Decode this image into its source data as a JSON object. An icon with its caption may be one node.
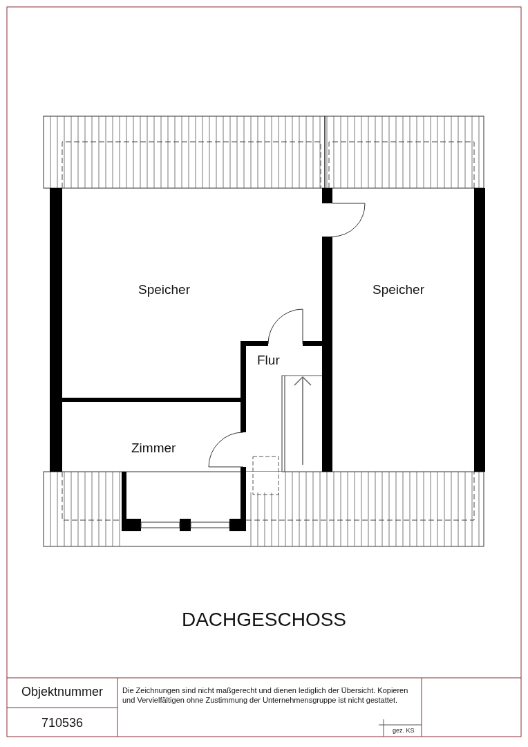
{
  "diagram": {
    "title": "DACHGESCHOSS",
    "nodes": [
      {
        "text": [
          "Speicher"
        ]
      },
      {
        "text": [
          "Speicher"
        ]
      },
      {
        "text": [
          "Flur"
        ]
      },
      {
        "text": [
          "Zimmer"
        ]
      }
    ],
    "edges": [],
    "labels": [
      "Objektnummer",
      "710536",
      "Die Zeichnungen sind nicht maßgerecht und dienen lediglich der Übersicht. Kopieren und Vervielfältigen ohne Zustimmung der Unternehmensgruppe ist nicht gestattet.",
      "gez. KS"
    ]
  }
}
